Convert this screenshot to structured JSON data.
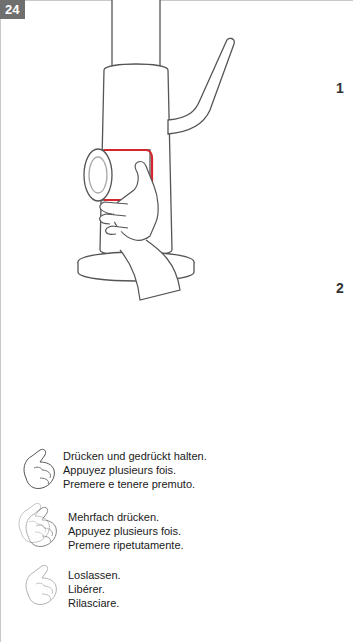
{
  "diagram": {
    "nodes": [
      {
        "text": [
          "24"
        ]
      }
    ],
    "labels": [
      "1",
      "2",
      "Drücken und gedrückt halten.",
      "Appuyez plusieurs fois.",
      "Premere e tenere premuto.",
      "Mehrfach drücken.",
      "Appuyez plusieurs fois.",
      "Premere ripetutamente.",
      "Loslassen.",
      "Libérer.",
      "Rilasciare."
    ]
  }
}
